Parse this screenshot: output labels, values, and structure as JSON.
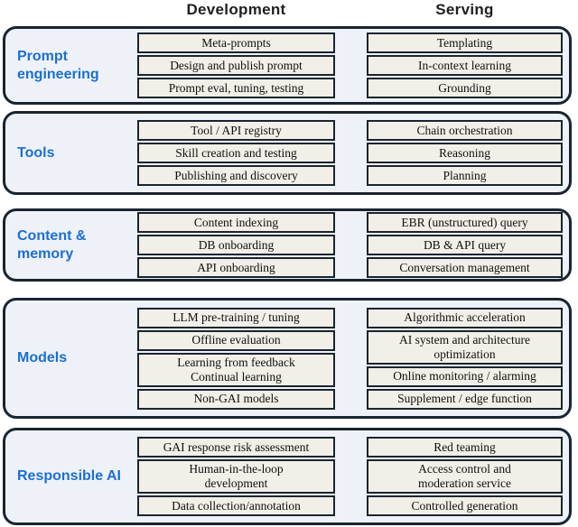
{
  "columns": {
    "development": "Development",
    "serving": "Serving"
  },
  "colors": {
    "section_bg": "#eef2f8",
    "section_border": "#1a2430",
    "box_bg": "#f1efe7",
    "box_border": "#1a2430",
    "label_blue": "#1b6fd3",
    "header_text": "#1f1f1f"
  },
  "rows": [
    {
      "label": "Prompt\nengineering",
      "development": [
        "Meta-prompts",
        "Design and publish  prompt",
        "Prompt eval, tuning, testing"
      ],
      "serving": [
        "Templating",
        "In-context learning",
        "Grounding"
      ]
    },
    {
      "label": "Tools",
      "development": [
        "Tool / API registry",
        "Skill creation and testing",
        "Publishing and discovery"
      ],
      "serving": [
        "Chain orchestration",
        "Reasoning",
        "Planning"
      ]
    },
    {
      "label": "Content &\nmemory",
      "development": [
        "Content indexing",
        "DB onboarding",
        "API onboarding"
      ],
      "serving": [
        "EBR (unstructured) query",
        "DB & API query",
        "Conversation management"
      ]
    },
    {
      "label": "Models",
      "development": [
        "LLM pre-training / tuning",
        "Offline evaluation",
        "Learning from feedback\nContinual learning",
        "Non-GAI models"
      ],
      "serving": [
        "Algorithmic acceleration",
        "AI system and architecture\noptimization",
        "Online monitoring / alarming",
        "Supplement / edge function"
      ]
    },
    {
      "label": "Responsible AI",
      "development": [
        "GAI response risk assessment",
        "Human-in-the-loop\ndevelopment",
        "Data collection/annotation"
      ],
      "serving": [
        "Red teaming",
        "Access control and\nmoderation service",
        "Controlled generation"
      ]
    }
  ]
}
